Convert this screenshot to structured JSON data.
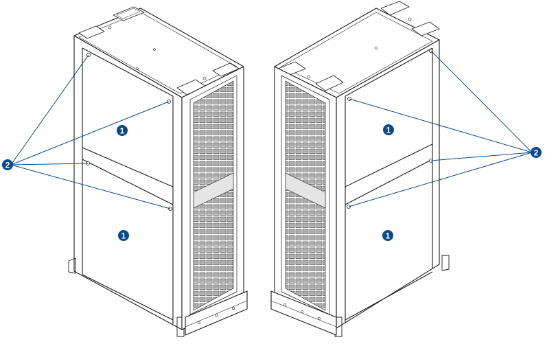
{
  "colors": {
    "background": "#ffffff",
    "outline": "#1a1a1a",
    "callout_fill": "#0a4a8c",
    "leader_line": "#0a4a8c",
    "module_fill": "#bdbdbd"
  },
  "callouts": {
    "c1": "1",
    "c2": "2"
  },
  "legend_icons": [
    "side-panel",
    "panel-screw"
  ]
}
